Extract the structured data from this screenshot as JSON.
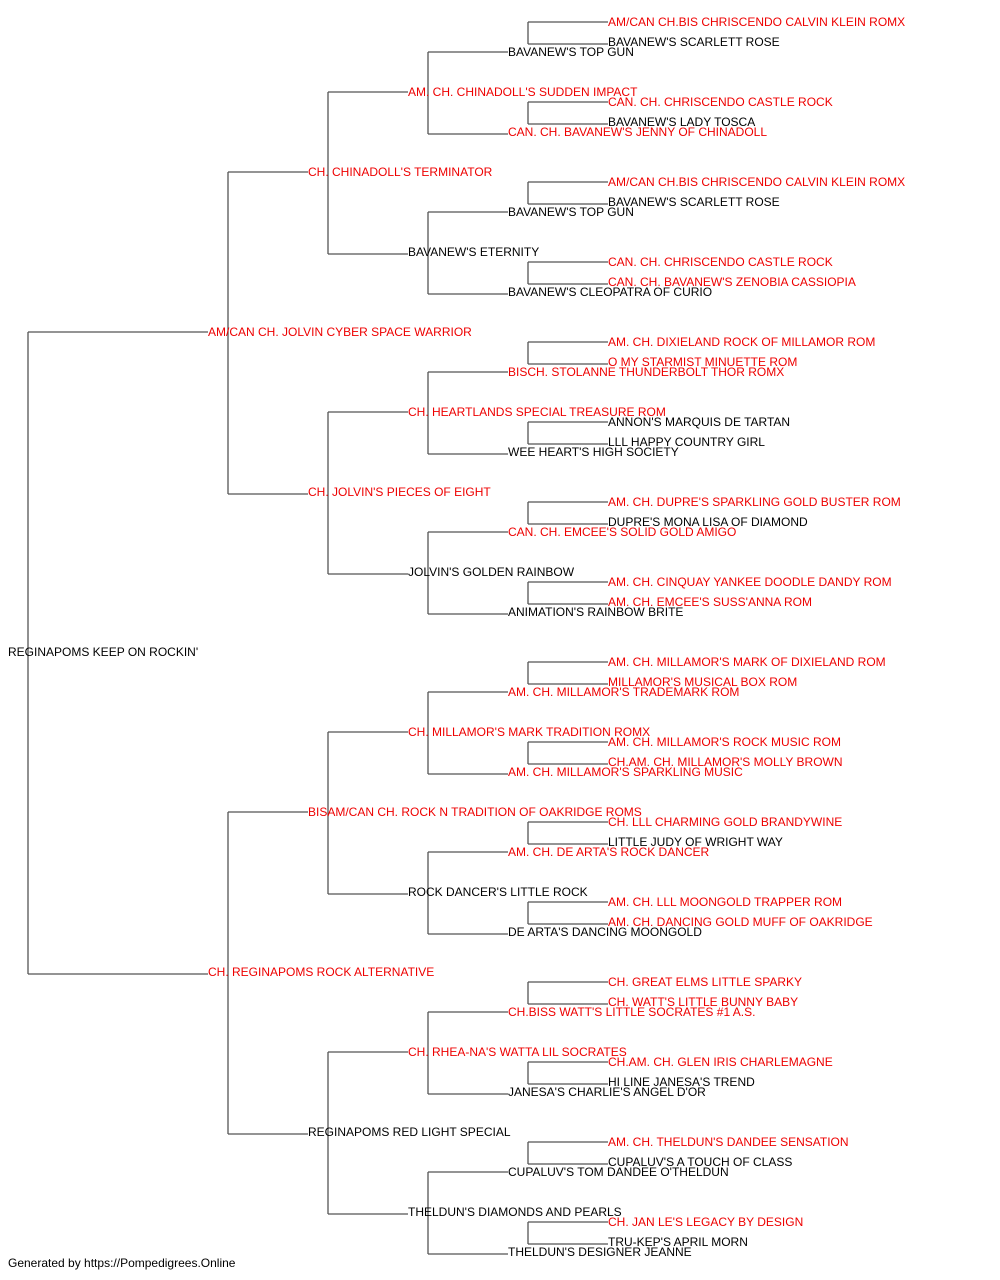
{
  "colors": {
    "champion": "#ee0000",
    "normal": "#000000",
    "line": "#555555"
  },
  "footer": "Generated by https://Pompedigrees.Online",
  "pedigree": {
    "name": "REGINAPOMS KEEP ON ROCKIN'",
    "champion": false,
    "sire": {
      "name": "AM/CAN CH. JOLVIN CYBER SPACE WARRIOR",
      "champion": true,
      "sire": {
        "name": "CH. CHINADOLL'S TERMINATOR",
        "champion": true,
        "sire": {
          "name": "AM. CH. CHINADOLL'S SUDDEN IMPACT",
          "champion": true,
          "sire": {
            "name": "BAVANEW'S TOP GUN",
            "champion": false,
            "sire": {
              "name": "AM/CAN CH.BIS CHRISCENDO CALVIN KLEIN ROMX",
              "champion": true
            },
            "dam": {
              "name": "BAVANEW'S SCARLETT ROSE",
              "champion": false
            }
          },
          "dam": {
            "name": "CAN. CH. BAVANEW'S JENNY OF CHINADOLL",
            "champion": true,
            "sire": {
              "name": "CAN. CH. CHRISCENDO CASTLE ROCK",
              "champion": true
            },
            "dam": {
              "name": "BAVANEW'S LADY TOSCA",
              "champion": false
            }
          }
        },
        "dam": {
          "name": "BAVANEW'S ETERNITY",
          "champion": false,
          "sire": {
            "name": "BAVANEW'S TOP GUN",
            "champion": false,
            "sire": {
              "name": "AM/CAN CH.BIS CHRISCENDO CALVIN KLEIN ROMX",
              "champion": true
            },
            "dam": {
              "name": "BAVANEW'S SCARLETT ROSE",
              "champion": false
            }
          },
          "dam": {
            "name": "BAVANEW'S CLEOPATRA OF CURIO",
            "champion": false,
            "sire": {
              "name": "CAN. CH. CHRISCENDO CASTLE ROCK",
              "champion": true
            },
            "dam": {
              "name": "CAN. CH. BAVANEW'S ZENOBIA CASSIOPIA",
              "champion": true
            }
          }
        }
      },
      "dam": {
        "name": "CH. JOLVIN'S PIECES OF EIGHT",
        "champion": true,
        "sire": {
          "name": "CH. HEARTLANDS SPECIAL TREASURE ROM",
          "champion": true,
          "sire": {
            "name": "BISCH. STOLANNE THUNDERBOLT THOR ROMX",
            "champion": true,
            "sire": {
              "name": "AM. CH. DIXIELAND ROCK OF MILLAMOR ROM",
              "champion": true
            },
            "dam": {
              "name": "O MY STARMIST MINUETTE ROM",
              "champion": true
            }
          },
          "dam": {
            "name": "WEE HEART'S HIGH SOCIETY",
            "champion": false,
            "sire": {
              "name": "ANNON'S MARQUIS DE TARTAN",
              "champion": false
            },
            "dam": {
              "name": "LLL HAPPY COUNTRY GIRL",
              "champion": false
            }
          }
        },
        "dam": {
          "name": "JOLVIN'S GOLDEN RAINBOW",
          "champion": false,
          "sire": {
            "name": "CAN. CH. EMCEE'S SOLID GOLD AMIGO",
            "champion": true,
            "sire": {
              "name": "AM. CH. DUPRE'S SPARKLING GOLD BUSTER ROM",
              "champion": true
            },
            "dam": {
              "name": "DUPRE'S MONA LISA OF DIAMOND",
              "champion": false
            }
          },
          "dam": {
            "name": "ANIMATION'S RAINBOW BRITE",
            "champion": false,
            "sire": {
              "name": "AM. CH. CINQUAY YANKEE DOODLE DANDY ROM",
              "champion": true
            },
            "dam": {
              "name": "AM. CH. EMCEE'S SUSS'ANNA ROM",
              "champion": true
            }
          }
        }
      }
    },
    "dam": {
      "name": "CH. REGINAPOMS ROCK ALTERNATIVE",
      "champion": true,
      "sire": {
        "name": "BISAM/CAN CH. ROCK N TRADITION OF OAKRIDGE ROMS",
        "champion": true,
        "sire": {
          "name": "CH. MILLAMOR'S MARK TRADITION ROMX",
          "champion": true,
          "sire": {
            "name": "AM. CH. MILLAMOR'S TRADEMARK ROM",
            "champion": true,
            "sire": {
              "name": "AM. CH. MILLAMOR'S MARK OF DIXIELAND ROM",
              "champion": true
            },
            "dam": {
              "name": "MILLAMOR'S MUSICAL BOX ROM",
              "champion": true
            }
          },
          "dam": {
            "name": "AM. CH. MILLAMOR'S SPARKLING MUSIC",
            "champion": true,
            "sire": {
              "name": "AM. CH. MILLAMOR'S ROCK MUSIC ROM",
              "champion": true
            },
            "dam": {
              "name": "CH.AM. CH. MILLAMOR'S MOLLY BROWN",
              "champion": true
            }
          }
        },
        "dam": {
          "name": "ROCK DANCER'S LITTLE ROCK",
          "champion": false,
          "sire": {
            "name": "AM. CH. DE ARTA'S ROCK DANCER",
            "champion": true,
            "sire": {
              "name": "CH. LLL CHARMING GOLD BRANDYWINE",
              "champion": true
            },
            "dam": {
              "name": "LITTLE JUDY OF WRIGHT WAY",
              "champion": false
            }
          },
          "dam": {
            "name": "DE ARTA'S DANCING MOONGOLD",
            "champion": false,
            "sire": {
              "name": "AM. CH. LLL MOONGOLD TRAPPER ROM",
              "champion": true
            },
            "dam": {
              "name": "AM. CH. DANCING GOLD MUFF OF OAKRIDGE",
              "champion": true
            }
          }
        }
      },
      "dam": {
        "name": "REGINAPOMS RED LIGHT SPECIAL",
        "champion": false,
        "sire": {
          "name": "CH. RHEA-NA'S WATTA LIL SOCRATES",
          "champion": true,
          "sire": {
            "name": "CH.BISS WATT'S LITTLE SOCRATES #1 A.S.",
            "champion": true,
            "sire": {
              "name": "CH. GREAT ELMS LITTLE SPARKY",
              "champion": true
            },
            "dam": {
              "name": "CH. WATT'S LITTLE BUNNY BABY",
              "champion": true
            }
          },
          "dam": {
            "name": "JANESA'S CHARLIE'S ANGEL D'OR",
            "champion": false,
            "sire": {
              "name": "CH.AM. CH. GLEN IRIS CHARLEMAGNE",
              "champion": true
            },
            "dam": {
              "name": "HI LINE JANESA'S TREND",
              "champion": false
            }
          }
        },
        "dam": {
          "name": "THELDUN'S DIAMONDS AND PEARLS",
          "champion": false,
          "sire": {
            "name": "CUPALUV'S TOM DANDEE O'THELDUN",
            "champion": false,
            "sire": {
              "name": "AM. CH. THELDUN'S DANDEE SENSATION",
              "champion": true
            },
            "dam": {
              "name": "CUPALUV'S A TOUCH OF CLASS",
              "champion": false
            }
          },
          "dam": {
            "name": "THELDUN'S DESIGNER JEANNE",
            "champion": false,
            "sire": {
              "name": "CH. JAN LE'S LEGACY BY DESIGN",
              "champion": true
            },
            "dam": {
              "name": "TRU-KEP'S APRIL MORN",
              "champion": false
            }
          }
        }
      }
    }
  }
}
